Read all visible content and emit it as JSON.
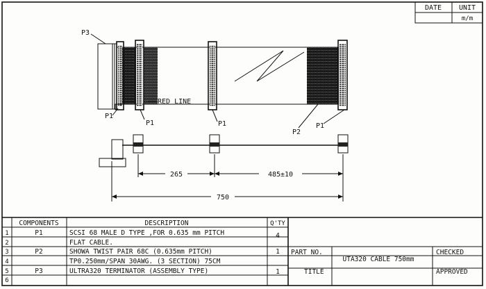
{
  "title_block_top": {
    "date_label": "DATE",
    "unit_label": "UNIT",
    "unit_value": "m/m"
  },
  "drawing": {
    "labels": {
      "p3": "P3",
      "p1_a": "P1",
      "p1_b": "P1",
      "p1_c": "P1",
      "p1_d": "P1",
      "p2": "P2",
      "red_line": "RED LINE"
    },
    "dimensions": {
      "seg1": "265",
      "seg2": "485±10",
      "total": "750"
    }
  },
  "bom": {
    "headers": {
      "components": "COMPONENTS",
      "description": "DESCRIPTION",
      "qty": "Q'TY"
    },
    "rows": [
      {
        "no": "1",
        "component": "P1",
        "description": "SCSI 68 MALE D TYPE ,FOR 0.635 mm PITCH",
        "qty": "4"
      },
      {
        "no": "2",
        "component": "",
        "description": " FLAT CABLE.",
        "qty": ""
      },
      {
        "no": "3",
        "component": "P2",
        "description": "SHOWA  TWIST PAIR 68C (0.635mm PITCH)",
        "qty": "1"
      },
      {
        "no": "4",
        "component": "",
        "description": "TP0.250mm/SPAN 30AWG. (3 SECTION) 75CM",
        "qty": ""
      },
      {
        "no": "5",
        "component": "P3",
        "description": "ULTRA320 TERMINATOR (ASSEMBLY TYPE)",
        "qty": "1"
      },
      {
        "no": "6",
        "component": "",
        "description": "",
        "qty": ""
      }
    ]
  },
  "title_block": {
    "part_no_label": "PART NO.",
    "part_no_value": "UTA320 CABLE 750mm",
    "title_label": "TITLE",
    "checked_label": "CHECKED",
    "approved_label": "APPROVED"
  }
}
